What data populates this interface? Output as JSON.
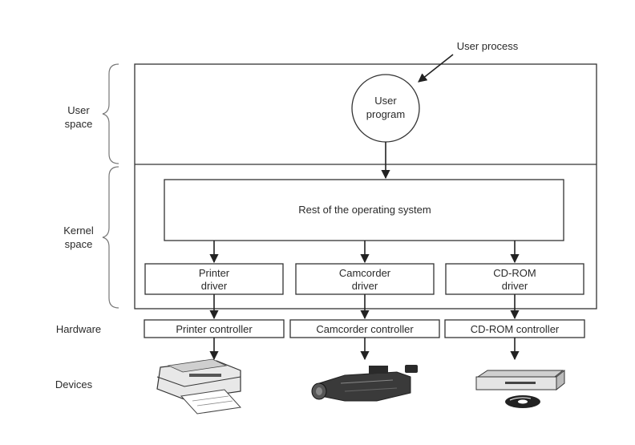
{
  "labels": {
    "user_process": "User process",
    "user_space": [
      "User",
      "space"
    ],
    "kernel_space": [
      "Kernel",
      "space"
    ],
    "hardware": "Hardware",
    "devices": "Devices",
    "user_program": [
      "User",
      "program"
    ],
    "rest_of_os": "Rest of the operating system"
  },
  "drivers": [
    {
      "line1": "Printer",
      "line2": "driver"
    },
    {
      "line1": "Camcorder",
      "line2": "driver"
    },
    {
      "line1": "CD-ROM",
      "line2": "driver"
    }
  ],
  "controllers": [
    "Printer controller",
    "Camcorder controller",
    "CD-ROM controller"
  ],
  "devices": [
    {
      "icon": "printer-icon"
    },
    {
      "icon": "camcorder-icon"
    },
    {
      "icon": "cdrom-drive-icon"
    }
  ]
}
